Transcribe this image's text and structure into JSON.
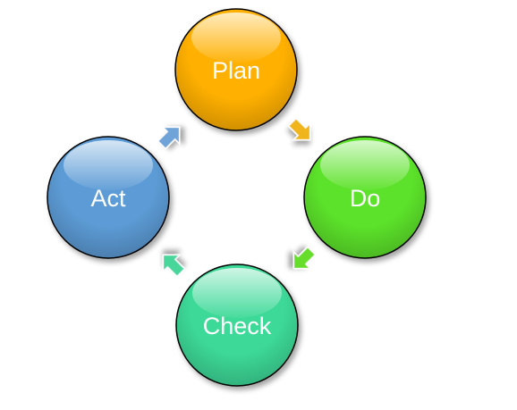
{
  "diagram": {
    "type": "cycle",
    "nodes": [
      {
        "id": "plan",
        "label": "Plan",
        "color": "#FFB000"
      },
      {
        "id": "do",
        "label": "Do",
        "color": "#5CE22A"
      },
      {
        "id": "check",
        "label": "Check",
        "color": "#3DD998"
      },
      {
        "id": "act",
        "label": "Act",
        "color": "#5B9BD5"
      }
    ],
    "arrows": [
      {
        "from": "plan",
        "to": "do",
        "color": "#F0B51C"
      },
      {
        "from": "do",
        "to": "check",
        "color": "#66DD2A"
      },
      {
        "from": "check",
        "to": "act",
        "color": "#48D69A"
      },
      {
        "from": "act",
        "to": "plan",
        "color": "#6FA3D8"
      }
    ]
  }
}
